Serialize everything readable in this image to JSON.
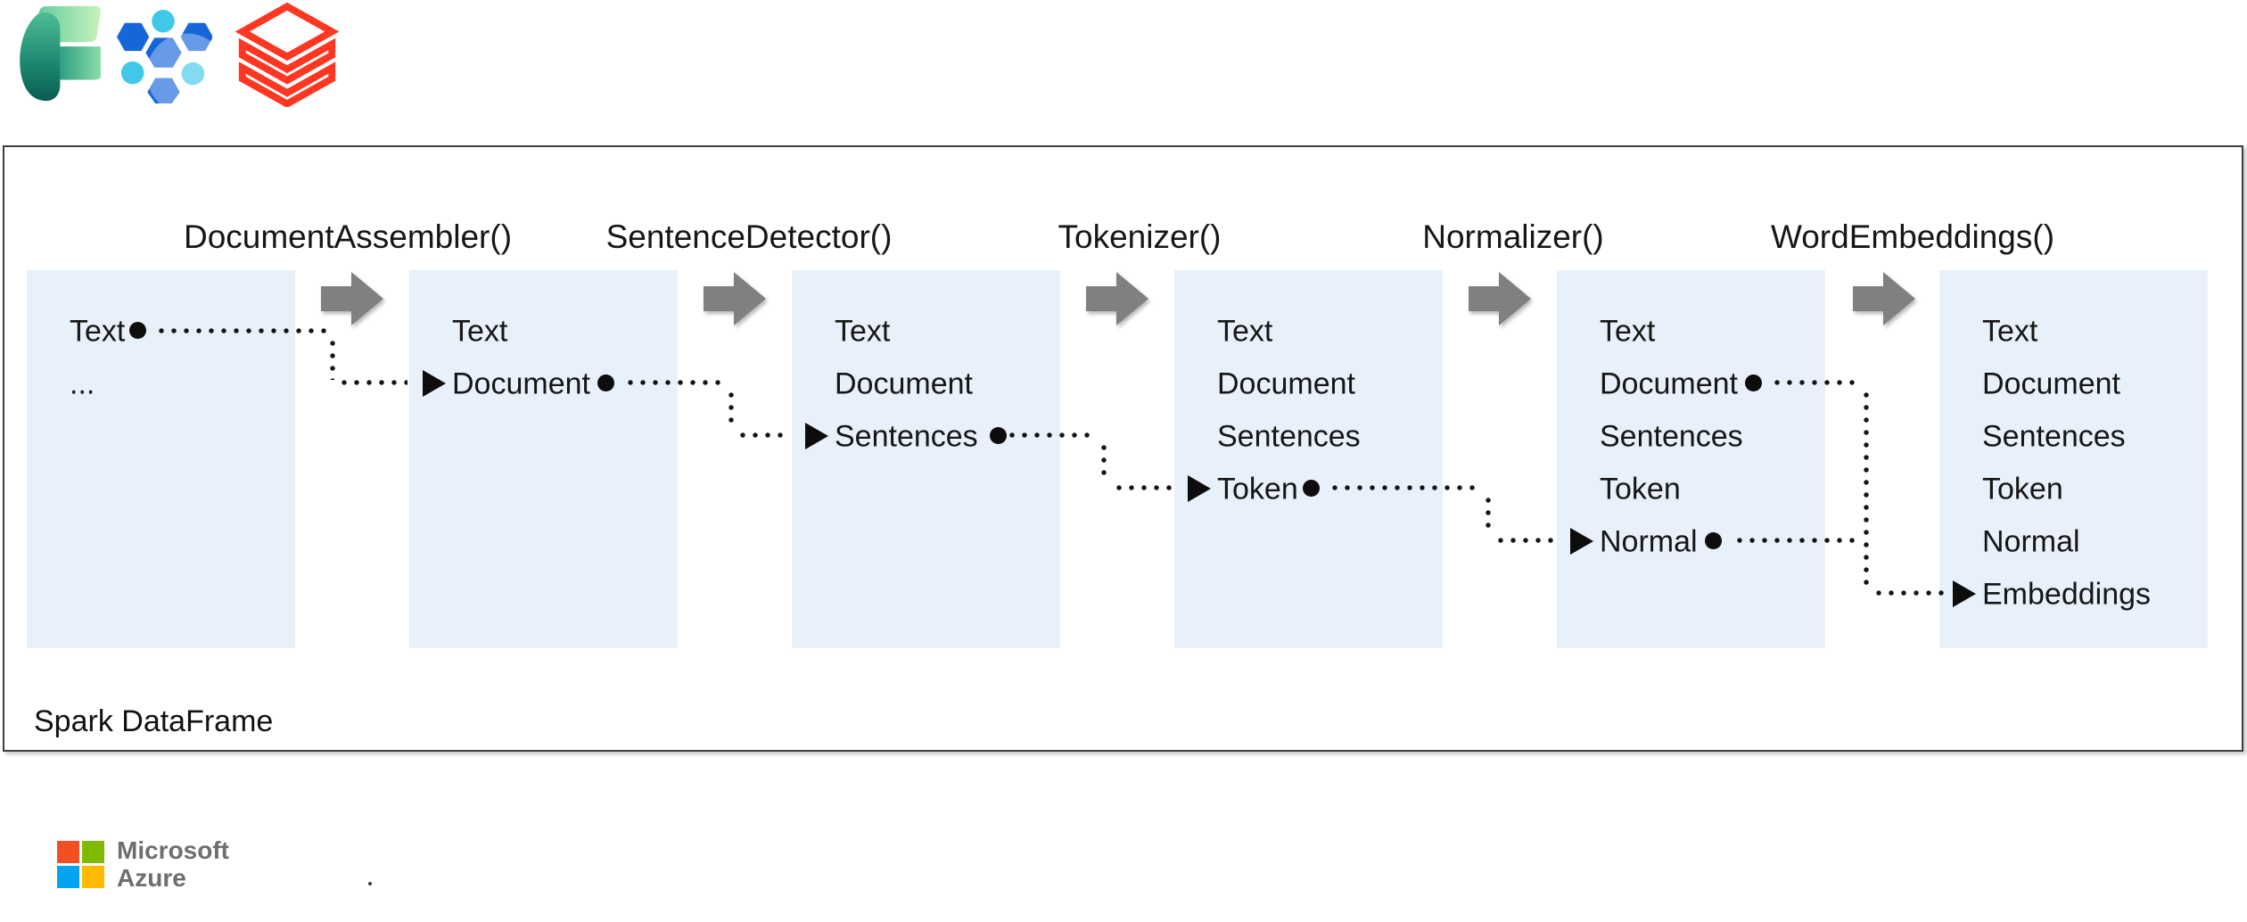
{
  "header": {
    "logos": [
      {
        "name": "microsoft-fabric"
      },
      {
        "name": "azure-hdinsight"
      },
      {
        "name": "databricks"
      }
    ]
  },
  "pipeline": {
    "stages": [
      "DocumentAssembler()",
      "SentenceDetector()",
      "Tokenizer()",
      "Normalizer()",
      "WordEmbeddings()"
    ],
    "caption": "Spark DataFrame",
    "boxes": [
      {
        "rows": [
          {
            "text": "Text",
            "output_dot": true
          },
          {
            "text": "..."
          }
        ]
      },
      {
        "rows": [
          {
            "text": "Text"
          },
          {
            "text": "Document",
            "input_marker": true,
            "output_dot": true
          }
        ]
      },
      {
        "rows": [
          {
            "text": "Text"
          },
          {
            "text": "Document"
          },
          {
            "text": "Sentences",
            "input_marker": true,
            "output_dot": true
          }
        ]
      },
      {
        "rows": [
          {
            "text": "Text"
          },
          {
            "text": "Document"
          },
          {
            "text": "Sentences"
          },
          {
            "text": "Token",
            "input_marker": true,
            "output_dot": true
          }
        ]
      },
      {
        "rows": [
          {
            "text": "Text"
          },
          {
            "text": "Document",
            "output_dot": true
          },
          {
            "text": "Sentences"
          },
          {
            "text": "Token"
          },
          {
            "text": "Normal",
            "input_marker": true,
            "output_dot": true
          }
        ]
      },
      {
        "rows": [
          {
            "text": "Text"
          },
          {
            "text": "Document"
          },
          {
            "text": "Sentences"
          },
          {
            "text": "Token"
          },
          {
            "text": "Normal"
          },
          {
            "text": "Embeddings",
            "input_marker": true
          }
        ]
      }
    ]
  },
  "footer": {
    "brand_line1": "Microsoft",
    "brand_line2": "Azure"
  },
  "colors": {
    "box_fill": "#E8F0FA",
    "arrow_gray": "#808080",
    "text": "#161616",
    "frame_border": "#3F3F3F",
    "databricks_red": "#FF3621",
    "hdinsight_blue": "#1666DA",
    "hdinsight_cyan": "#3FC8E8",
    "fabric_green_light": "#C4F2BE",
    "fabric_teal_dark": "#0A5D51",
    "ms_red": "#F25022",
    "ms_green": "#7FBA00",
    "ms_blue": "#00A4EF",
    "ms_yellow": "#FFB900",
    "ms_text_gray": "#6E6E6E"
  }
}
